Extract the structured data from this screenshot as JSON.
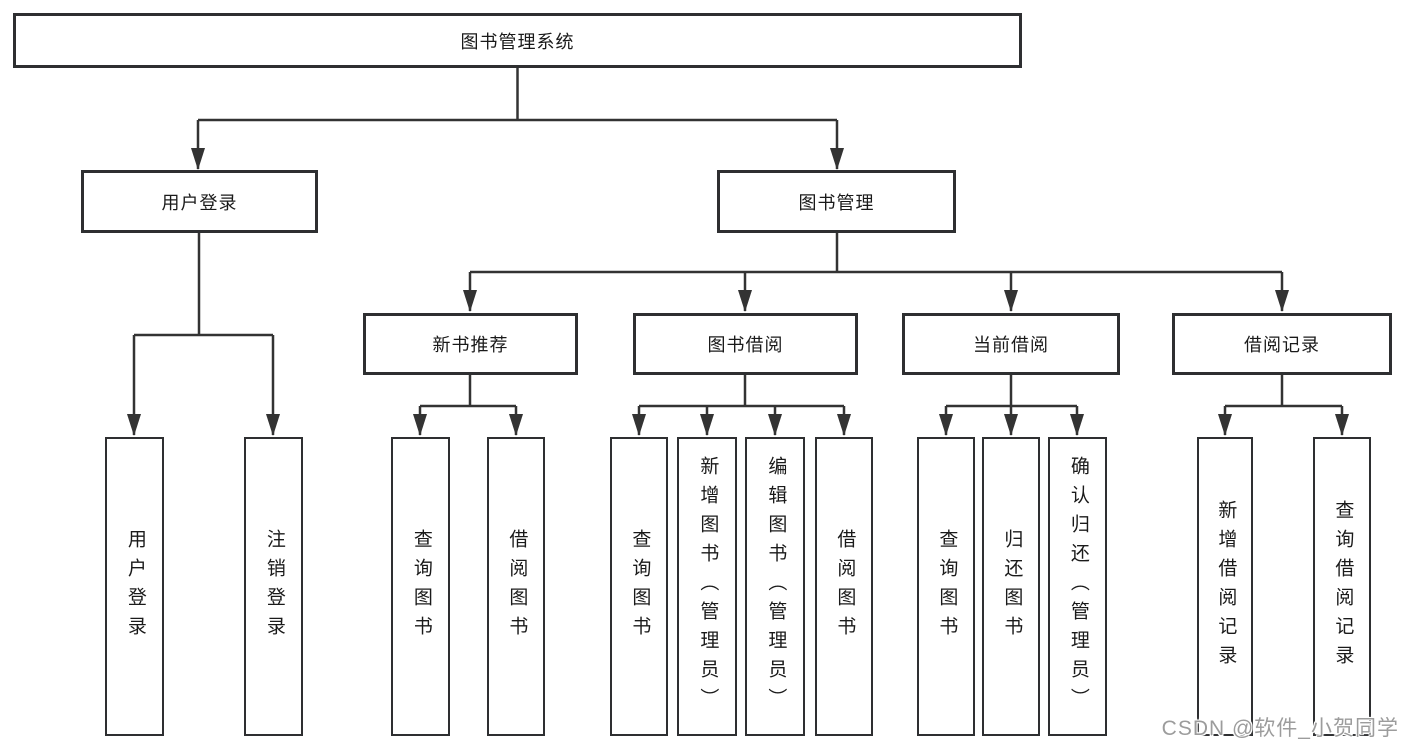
{
  "diagram": {
    "root": {
      "label": "图书管理系统"
    },
    "branches": [
      {
        "label": "用户登录",
        "children": [
          {
            "label": "用户登录"
          },
          {
            "label": "注销登录"
          }
        ]
      },
      {
        "label": "图书管理",
        "children": [
          {
            "label": "新书推荐",
            "children": [
              {
                "label": "查询图书"
              },
              {
                "label": "借阅图书"
              }
            ]
          },
          {
            "label": "图书借阅",
            "children": [
              {
                "label": "查询图书"
              },
              {
                "label": "新增图书（管理员）"
              },
              {
                "label": "编辑图书（管理员）"
              },
              {
                "label": "借阅图书"
              }
            ]
          },
          {
            "label": "当前借阅",
            "children": [
              {
                "label": "查询图书"
              },
              {
                "label": "归还图书"
              },
              {
                "label": "确认归还（管理员）"
              }
            ]
          },
          {
            "label": "借阅记录",
            "children": [
              {
                "label": "新增借阅记录"
              },
              {
                "label": "查询借阅记录"
              }
            ]
          }
        ]
      }
    ]
  },
  "watermark": {
    "text": "CSDN @软件_小贺同学"
  },
  "colors": {
    "line": "#333333",
    "box_border": "#2e2f31",
    "box_background": "#ffffff",
    "text": "#1a1a1a",
    "watermark": "#9c9c9c",
    "background": "#ffffff"
  }
}
